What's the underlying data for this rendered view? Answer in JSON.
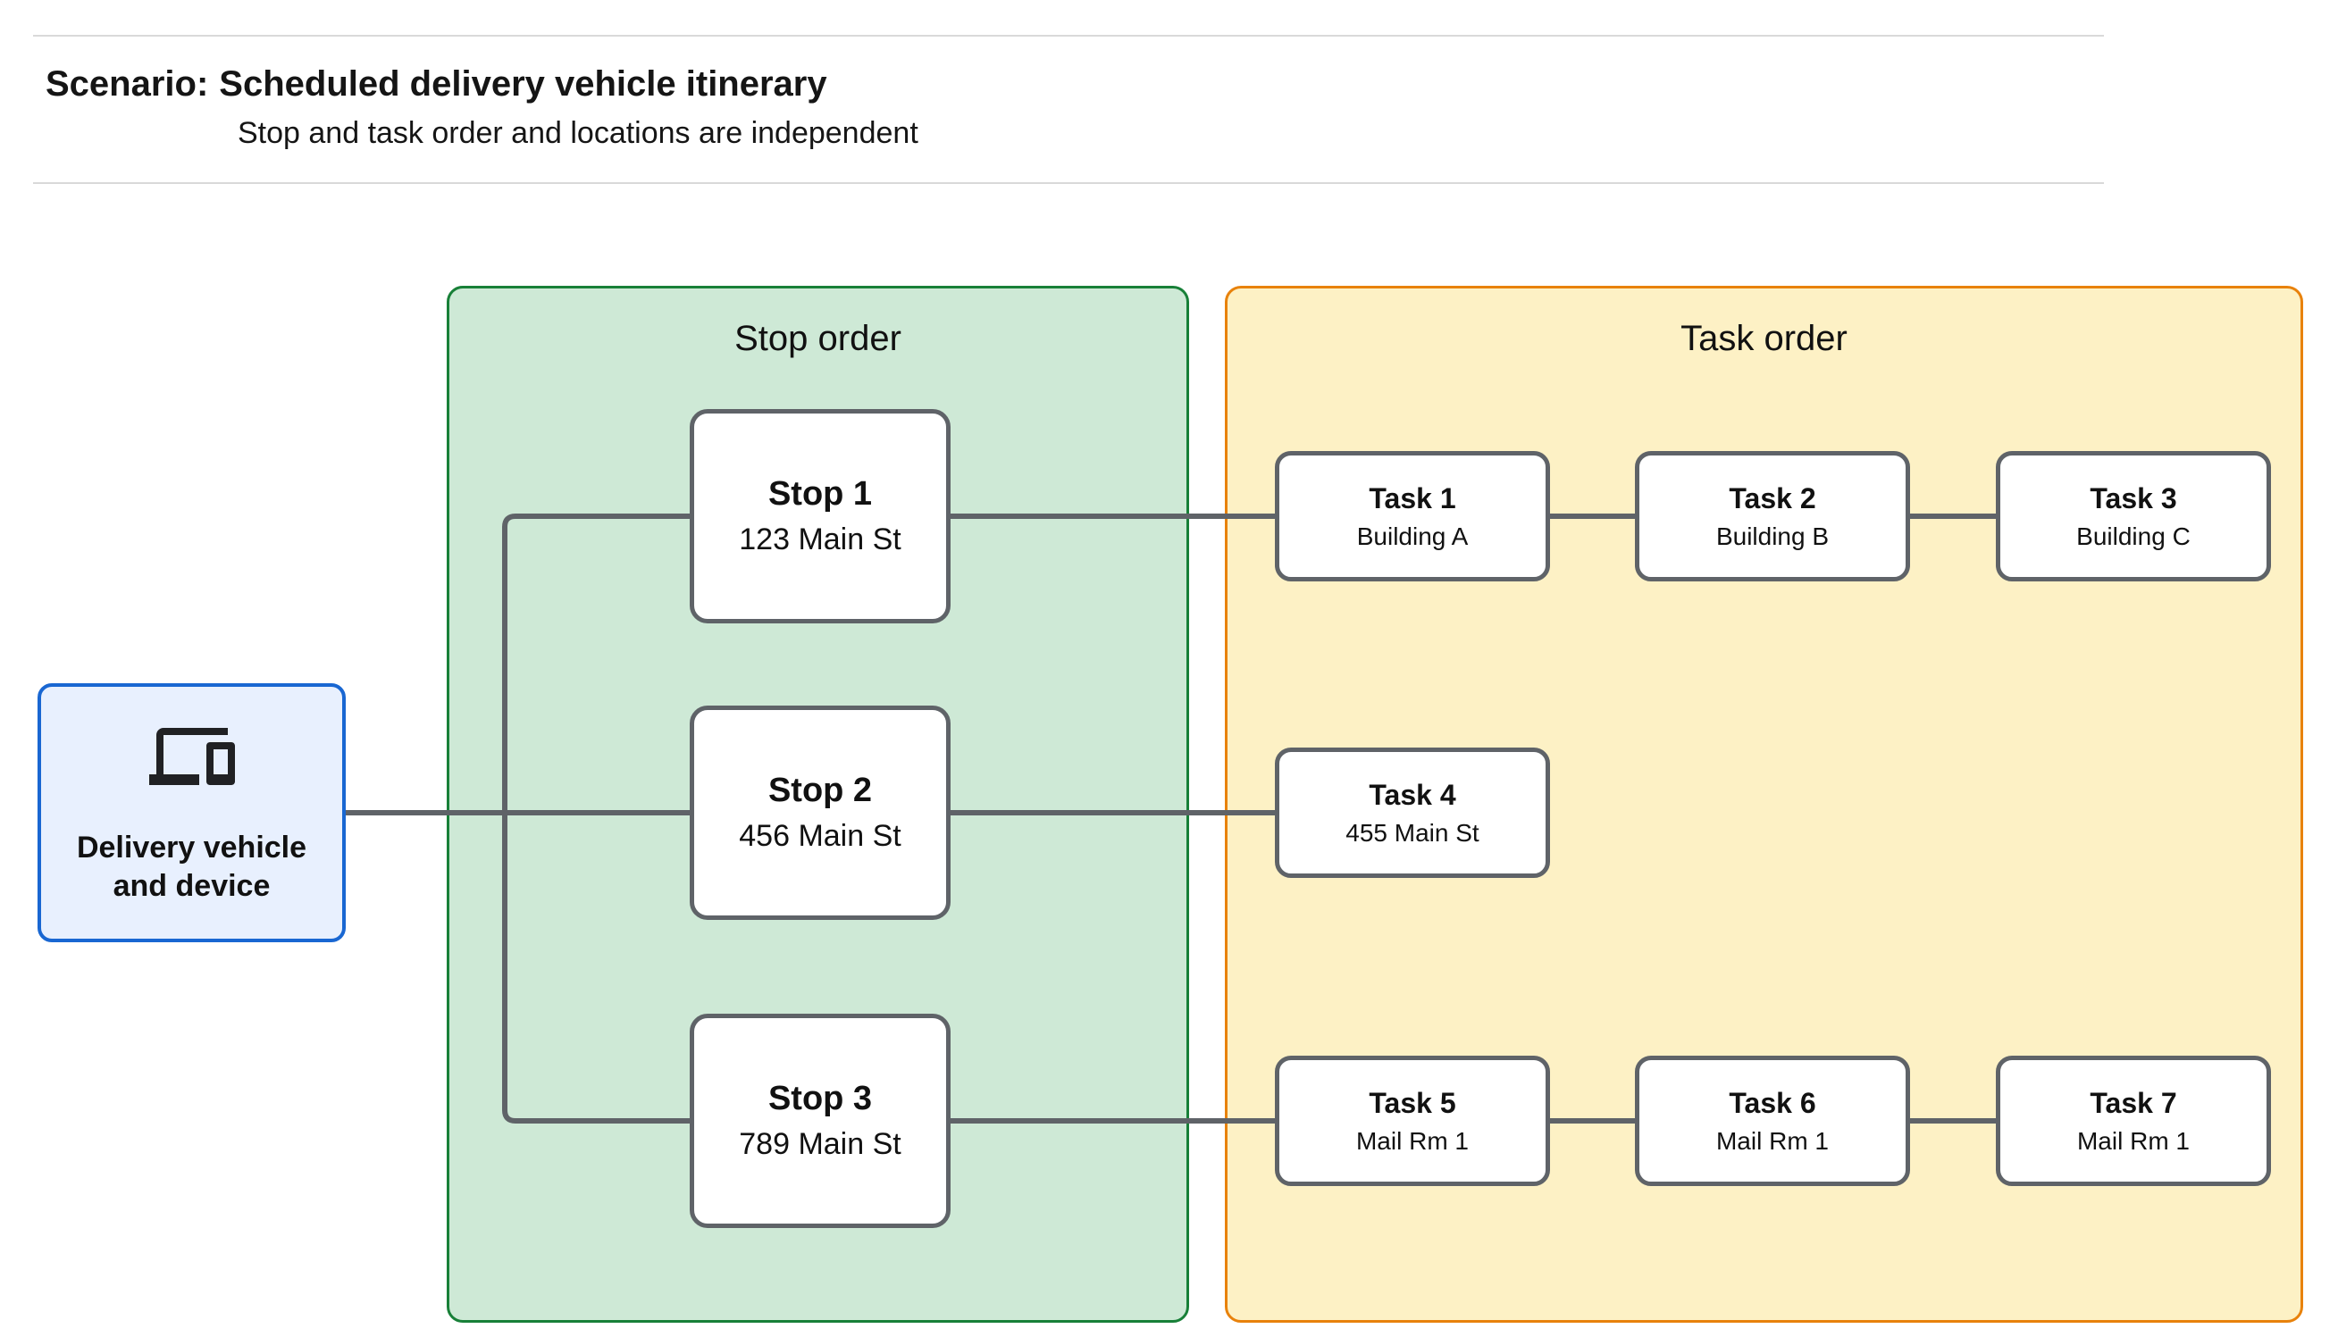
{
  "header": {
    "scenario_label": "Scenario:",
    "title": "Scheduled delivery vehicle itinerary",
    "subtitle": "Stop and task order and locations are independent"
  },
  "vehicle": {
    "label": "Delivery vehicle and device",
    "icon": "devices-icon"
  },
  "panels": {
    "stop_order": {
      "title": "Stop order",
      "stops": [
        {
          "title": "Stop 1",
          "address": "123 Main St"
        },
        {
          "title": "Stop 2",
          "address": "456 Main St"
        },
        {
          "title": "Stop 3",
          "address": "789 Main St"
        }
      ]
    },
    "task_order": {
      "title": "Task order",
      "tasks": [
        {
          "title": "Task 1",
          "location": "Building A"
        },
        {
          "title": "Task 2",
          "location": "Building B"
        },
        {
          "title": "Task 3",
          "location": "Building C"
        },
        {
          "title": "Task 4",
          "location": "455 Main St"
        },
        {
          "title": "Task 5",
          "location": "Mail Rm 1"
        },
        {
          "title": "Task 6",
          "location": "Mail Rm 1"
        },
        {
          "title": "Task 7",
          "location": "Mail Rm 1"
        }
      ]
    }
  },
  "colors": {
    "stop_panel_fill": "#cee9d6",
    "stop_panel_border": "#188038",
    "task_panel_fill": "#fdf1c5",
    "task_panel_border": "#e8820c",
    "vehicle_fill": "#e8f0fe",
    "vehicle_border": "#1967d2",
    "connector_gray": "#5f6368"
  }
}
